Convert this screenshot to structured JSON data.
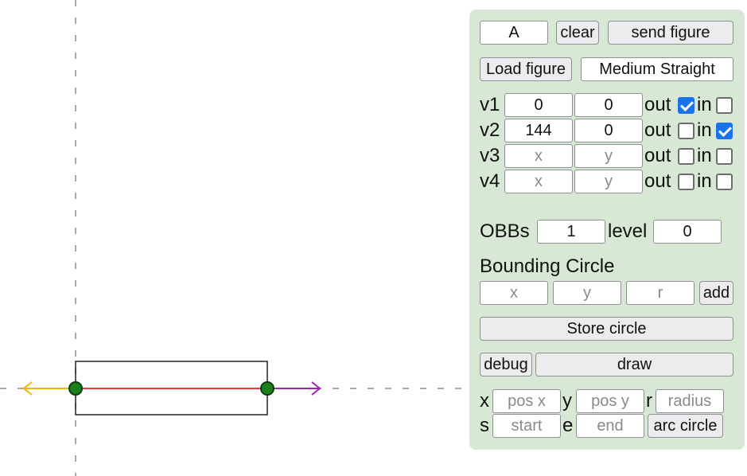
{
  "panel": {
    "figure_name_value": "A",
    "clear_label": "clear",
    "send_label": "send figure",
    "load_label": "Load figure",
    "figure_type_value": "Medium Straight",
    "vertices": [
      {
        "label": "v1",
        "x_value": "0",
        "y_value": "0",
        "x_placeholder": "x",
        "y_placeholder": "y",
        "out_label": "out",
        "in_label": "in",
        "out_checked": true,
        "in_checked": false
      },
      {
        "label": "v2",
        "x_value": "144",
        "y_value": "0",
        "x_placeholder": "x",
        "y_placeholder": "y",
        "out_label": "out",
        "in_label": "in",
        "out_checked": false,
        "in_checked": true
      },
      {
        "label": "v3",
        "x_value": "",
        "y_value": "",
        "x_placeholder": "x",
        "y_placeholder": "y",
        "out_label": "out",
        "in_label": "in",
        "out_checked": false,
        "in_checked": false
      },
      {
        "label": "v4",
        "x_value": "",
        "y_value": "",
        "x_placeholder": "x",
        "y_placeholder": "y",
        "out_label": "out",
        "in_label": "in",
        "out_checked": false,
        "in_checked": false
      }
    ],
    "obbs_label": "OBBs",
    "obbs_value": "1",
    "level_label": "level",
    "level_value": "0",
    "bounding_circle_title": "Bounding Circle",
    "bc_x_placeholder": "x",
    "bc_y_placeholder": "y",
    "bc_r_placeholder": "r",
    "add_label": "add",
    "store_circle_label": "Store circle",
    "debug_label": "debug",
    "draw_label": "draw",
    "arc": {
      "x_label": "x",
      "x_placeholder": "pos x",
      "y_label": "y",
      "y_placeholder": "pos y",
      "r_label": "r",
      "r_placeholder": "radius",
      "s_label": "s",
      "s_placeholder": "start",
      "e_label": "e",
      "e_placeholder": "end",
      "arc_circle_label": "arc circle"
    }
  },
  "canvas": {
    "colors": {
      "axis": "#999999",
      "outline": "#222222",
      "center_line": "#e53935",
      "left_arrow": "#f4b400",
      "right_arrow": "#9c27b0",
      "vertex_fill": "#1b7f1b",
      "vertex_ring": "#0a3d0a"
    }
  }
}
